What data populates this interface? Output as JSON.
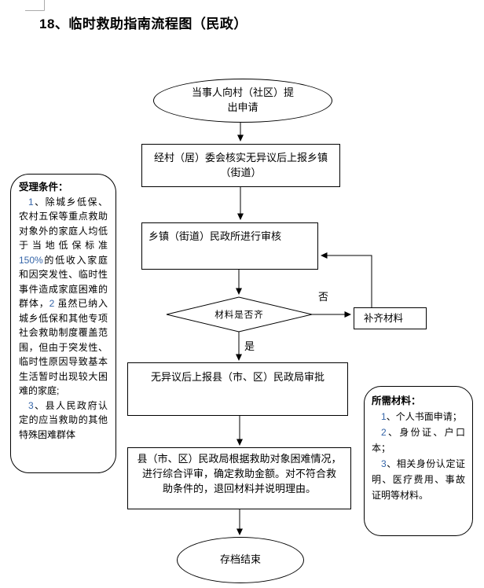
{
  "page": {
    "title": "18、临时救助指南流程图（民政）"
  },
  "flow": {
    "start": "当事人向村（社区）提\n出申请",
    "step1": "经村（居）委会核实无异议后上报乡镇\n（街道）",
    "step2": "乡镇（街道）民政所进行审核",
    "decision": "材料是否齐",
    "no_label": "否",
    "yes_label": "是",
    "fix": "补齐材料",
    "step3": "无异议后上报县（市、区）民政局审批",
    "step4": "县（市、区）民政局根据救助对象困难情况，\n进行综合评审，确定救助金额。对不符合救\n助条件的，退回材料并说明理由。",
    "end": "存档结束"
  },
  "accept_conditions": {
    "title": "受理条件：",
    "p1": {
      "n1": "1",
      "t1": "、除城乡低保、农村五保等重点救助对象外的家庭人均低于当地低保标准 ",
      "n2": "150%",
      "t2": "的低收入家庭和因突发性、临时性事件造成家庭困难的群体，",
      "n3": "2",
      "t3": " 虽然已纳入城乡低保和其他专项社会救助制度覆盖范围，但由于突发性、临时性原因导致基本生活暂时出现较大困难的家庭;"
    },
    "p2": {
      "n1": "3",
      "t1": "、县人民政府认定的应当救助的其他特殊困难群体"
    }
  },
  "materials": {
    "title": "所需材料：",
    "items": [
      {
        "n": "1",
        "t": "、个人书面申请；"
      },
      {
        "n": "2",
        "t": "、身份证、户口本；"
      },
      {
        "n": "3",
        "t": "、相关身份认定证明、医疗费用、事故证明等材料。"
      }
    ]
  },
  "colors": {
    "line": "#000000",
    "digit": "#3565a8"
  }
}
